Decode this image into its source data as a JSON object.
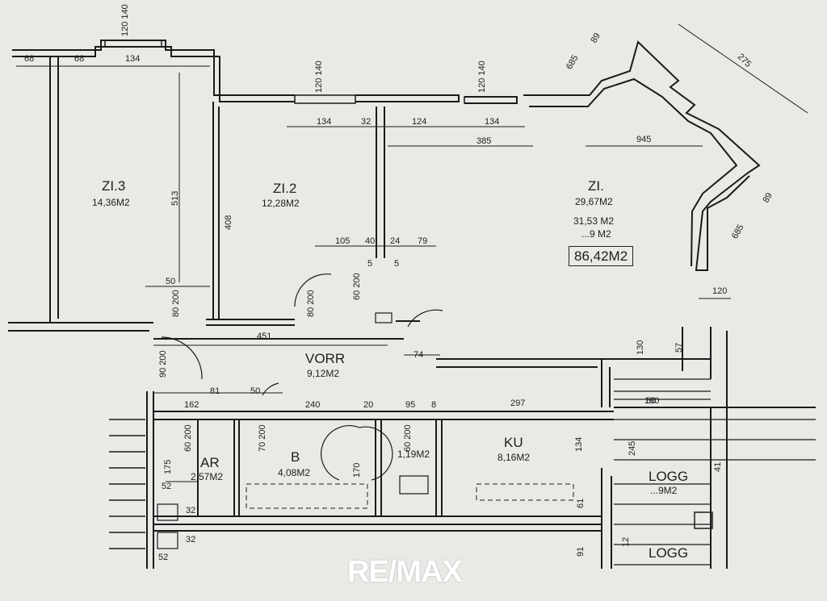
{
  "rooms": {
    "zi3": {
      "name": "ZI.3",
      "area": "14,36M2"
    },
    "zi2": {
      "name": "ZI.2",
      "area": "12,28M2"
    },
    "zi1": {
      "name": "ZI.",
      "area": "29,67M2",
      "area_alt": "31,53 M2",
      "area_alt2": "...9 M2"
    },
    "vorr": {
      "name": "VORR",
      "area": "9,12M2"
    },
    "ar": {
      "name": "AR",
      "area": "2,57M2"
    },
    "b": {
      "name": "B",
      "area": "4,08M2"
    },
    "wc": {
      "area": "1,19M2"
    },
    "ku": {
      "name": "KU",
      "area": "8,16M2"
    },
    "logg1": {
      "name": "LOGG",
      "area": "...9M2"
    },
    "logg2": {
      "name": "LOGG"
    }
  },
  "total_area": "86,42M2",
  "dimensions": {
    "d68a": "68",
    "d68b": "68",
    "d134top": "134",
    "w120_140a": "120 140",
    "w120_140b": "120 140",
    "w120_140c": "120 140",
    "d134": "134",
    "d32": "32",
    "d124": "124",
    "d134b": "134",
    "d385": "385",
    "d945": "945",
    "d105": "105",
    "d40": "40",
    "d24": "24",
    "d79": "79",
    "d5a": "5",
    "d5b": "5",
    "d513": "513",
    "d408": "408",
    "d50": "50",
    "d80_200a": "80 200",
    "d80_200b": "80 200",
    "d60_200": "60 200",
    "d451": "451",
    "d74": "74",
    "d90_200": "90 200",
    "d81": "81",
    "d50b": "50",
    "d162": "162",
    "d240": "240",
    "d20": "20",
    "d95": "95",
    "d8": "8",
    "d297": "297",
    "d80": "80",
    "d60_200b": "60 200",
    "d70_200": "70 200",
    "d60_200c": "60 200",
    "d175": "175",
    "d52a": "52",
    "d32a": "32",
    "d32b": "32",
    "d52b": "52",
    "d170": "170",
    "d134c": "134",
    "d245": "245",
    "d275": "275",
    "d12": "12",
    "d120b": "120",
    "d130": "130",
    "d57": "57",
    "d180": "180",
    "d41": "41",
    "d91": "91",
    "d61": "61",
    "d685a": "685",
    "d685b": "685",
    "d89a": "89",
    "d89b": "89"
  },
  "logo": "RE/MAX"
}
